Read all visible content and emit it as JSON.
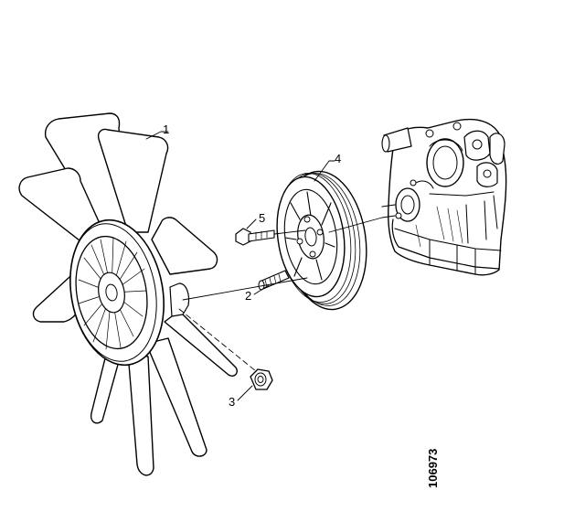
{
  "diagram": {
    "callouts": {
      "fan": "1",
      "stud": "2",
      "nut": "3",
      "pulley": "4",
      "bolt": "5"
    },
    "reference_number": "106973",
    "colors": {
      "ink": "#000000",
      "paper": "#ffffff"
    }
  }
}
